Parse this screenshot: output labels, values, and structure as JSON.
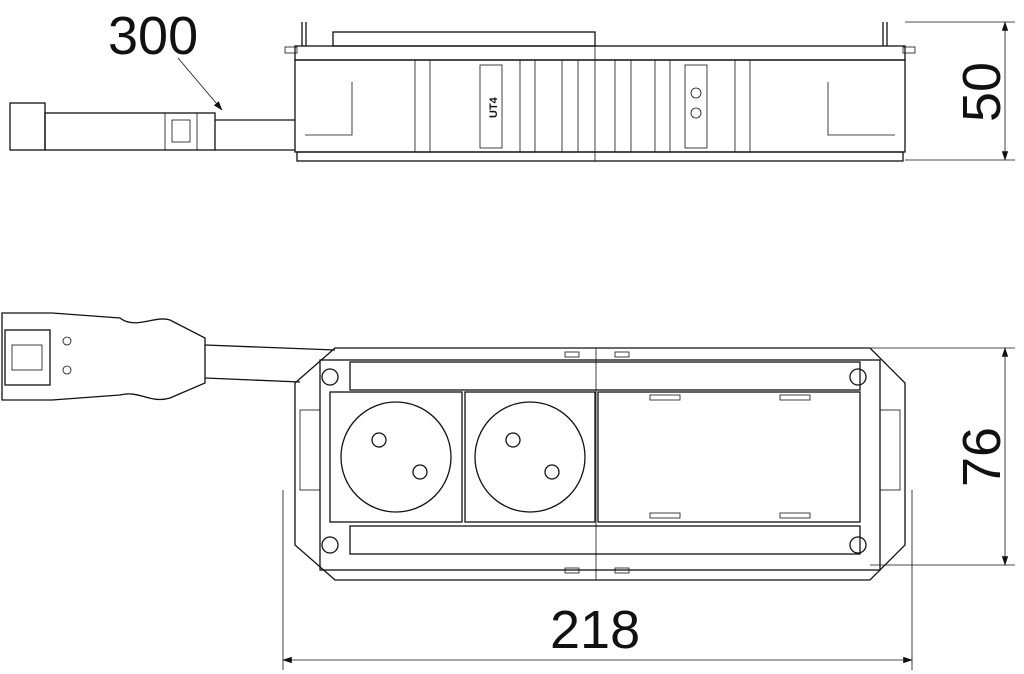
{
  "dimensions": {
    "cable_length": "300",
    "height": "50",
    "width": "76",
    "length": "218"
  },
  "module_label": "UT4",
  "colors": {
    "line": "#111111",
    "background": "#ffffff"
  }
}
